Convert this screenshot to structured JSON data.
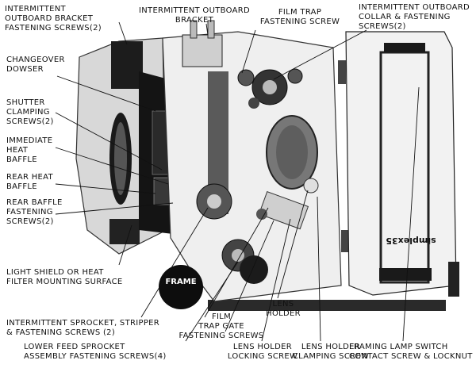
{
  "labels": {
    "intermittent_outboard_bracket_fastening_screws": "INTERMITTENT\nOUTBOARD BRACKET\nFASTENING SCREWS(2)",
    "intermittent_outboard_bracket": "INTERMITTENT OUTBOARD\nBRACKET",
    "film_trap_fastening_screw": "FILM TRAP\nFASTENING SCREW",
    "intermittent_outboard_collar": "INTERMITTENT OUTBOARD\nCOLLAR & FASTENING\nSCREWS(2)",
    "changeover_dowser": "CHANGEOVER\nDOWSER",
    "shutter_clamping_screws": "SHUTTER\nCLAMPING\nSCREWS(2)",
    "immediate_heat_baffle": "IMMEDIATE\nHEAT\nBAFFLE",
    "rear_heat_baffle": "REAR HEAT\nBAFFLE",
    "rear_baffle_fastening_screws": "REAR BAFFLE\nFASTENING\nSCREWS(2)",
    "light_shield": "LIGHT SHIELD OR HEAT\nFILTER MOUNTING SURFACE",
    "intermittent_sprocket": "INTERMITTENT SPROCKET, STRIPPER\n& FASTENING SCREWS (2)",
    "lower_feed_sprocket": "LOWER FEED SPROCKET\nASSEMBLY FASTENING SCREWS(4)",
    "film_trap_gate": "FILM\nTRAP GATE\nFASTENING SCREWS",
    "lens_holder": "LENS\nHOLDER",
    "lens_holder_locking_screw": "LENS HOLDER\nLOCKING SCREW",
    "lens_holder_clamping_screw": "LENS HOLDER\nCLAMPING SCREW",
    "framing_lamp_switch": "FRAMING LAMP SWITCH\nCONTACT SCREW & LOCKNUT"
  },
  "knob_text": "FRAME",
  "door_brand": "simplex35"
}
